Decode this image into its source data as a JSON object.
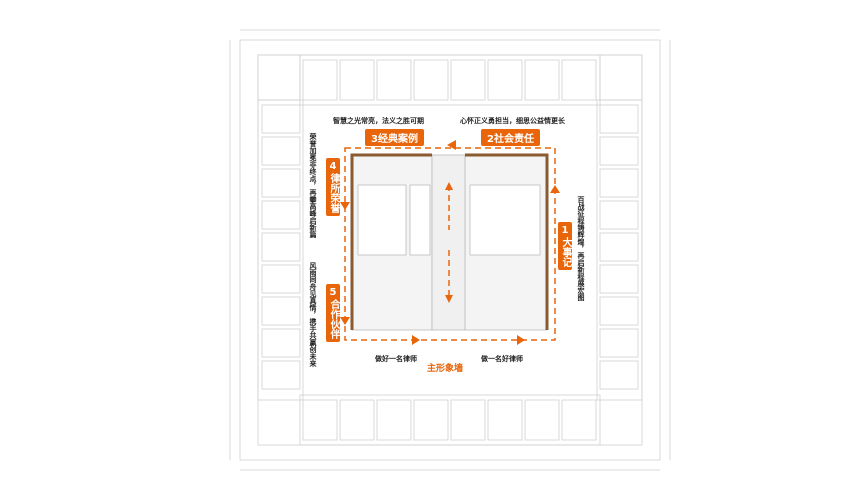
{
  "colors": {
    "accent": "#e8650a",
    "plan_lines": "#c8c8c8"
  },
  "captions": {
    "top_left": "智慧之光常亮，法义之胜可期",
    "top_right": "心怀正义勇担当，细思公益情更长",
    "left_top": "荣誉加冕非终点，再攀高峰启新篇",
    "left_bottom": "风雨同舟见真情，携手共赢创未来",
    "right": "百战征程铸辉煌，再启新程展宏图",
    "bottom_left": "做好一名律师",
    "bottom_right": "做一名好律师"
  },
  "sections": [
    {
      "num": "1",
      "label": "大事记"
    },
    {
      "num": "2",
      "label": "社会责任"
    },
    {
      "num": "3",
      "label": "经典案例"
    },
    {
      "num": "4",
      "label": "律所荣誉"
    },
    {
      "num": "5",
      "label": "合作伙伴"
    }
  ],
  "main_wall": "主形象墙"
}
